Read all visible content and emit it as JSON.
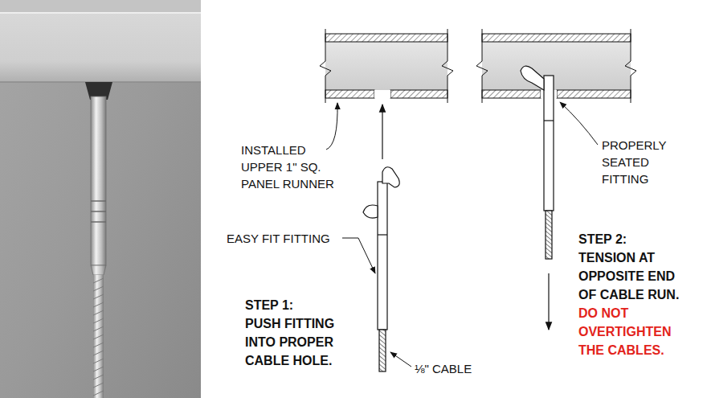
{
  "diagram": {
    "labels": [
      "INSTALLED UPPER 1\" SQ. PANEL RUNNER",
      "EASY FIT FITTING",
      "STEP 1:",
      "PUSH FITTING INTO PROPER CABLE HOLE.",
      "⅛\" CABLE",
      "PROPERLY SEATED FITTING",
      "STEP 2:",
      "TENSION AT OPPOSITE END OF CABLE RUN.",
      "DO NOT OVERTIGHTEN THE CABLES."
    ]
  }
}
